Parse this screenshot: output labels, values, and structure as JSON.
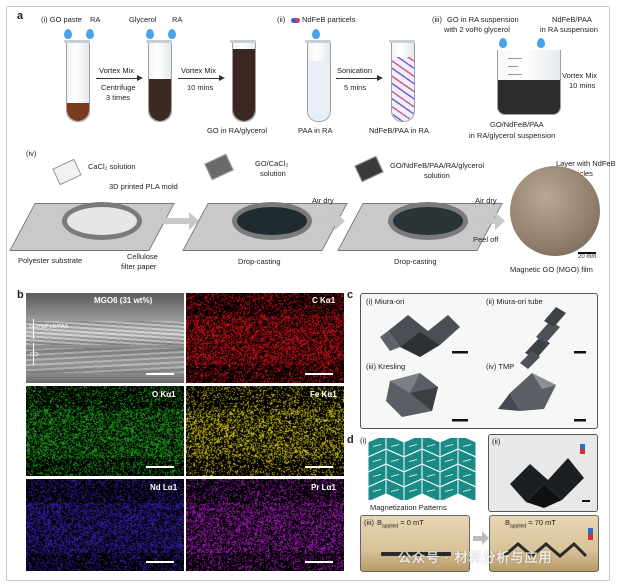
{
  "panel_a": {
    "letter": "a",
    "step_i": "(i) GO paste",
    "ra_1": "RA",
    "glycerol": "Glycerol",
    "ra_2": "RA",
    "vortex_mix_1": "Vortex Mix",
    "centrifuge": "Centrifuge",
    "three_times": "3 times",
    "vortex_mix_2": "Vortex Mix",
    "ten_mins_1": "10 mins",
    "go_in_ra_glycerol": "GO in RA/glycerol",
    "step_ii": "(ii)",
    "ndfeb_particles": "NdFeB particels",
    "paa_in_ra": "PAA in RA",
    "sonication": "Sonication",
    "five_mins": "5 mins",
    "ndfeb_paa_in_ra": "NdFeB/PAA in RA",
    "step_iii": "(iii)",
    "go_in_ra_suspension": "GO in RA suspension",
    "with_glycerol": "with 2 vol% glycerol",
    "ndfeb_paa": "NdFeB/PAA",
    "in_ra_suspension": "in RA suspension",
    "vortex_mix_3": "Vortex Mix",
    "ten_mins_2": "10 mins",
    "go_ndfeb_paa": "GO/NdFeB/PAA",
    "in_ra_glycerol_suspension": "in RA/glycerol suspension",
    "step_iv": "(iv)",
    "cacl2_solution": "CaCl₂ solution",
    "pla_mold": "3D printed PLA mold",
    "go_cacl2": "GO/CaCl₂",
    "solution_1": "solution",
    "go_ndfeb_mix": "GO/NdFeB/PAA/RA/glycerol",
    "solution_2": "solution",
    "layer_with_ndfeb": "Layer with NdFeB",
    "particles": "particles",
    "polyester_substrate": "Polyester substrate",
    "cellulose_1": "Cellulose",
    "cellulose_2": "filter paper",
    "drop_casting_1": "Drop-casting",
    "air_dry_1": "Air dry",
    "drop_casting_2": "Drop-casting",
    "air_dry_2": "Air dry",
    "peel_off": "Peel off",
    "scale_20mm": "20 mm",
    "mgo_film": "Magnetic GO (MGO) film"
  },
  "panel_b": {
    "letter": "b",
    "sem_title": "MGO6 (31 wt%)",
    "layer_top": "GO/NdFeB/PAA",
    "layer_bottom": "GO",
    "c_map": "C Kα1",
    "o_map": "O Kα1",
    "fe_map": "Fe Kα1",
    "nd_map": "Nd Lα1",
    "pr_map": "Pr Lα1",
    "colors": {
      "c": "#e0101a",
      "o": "#22b21e",
      "fe": "#e8d812",
      "nd": "#3a23b8",
      "pr": "#a81fc0"
    }
  },
  "panel_c": {
    "letter": "c",
    "i": "(i) Miura-ori",
    "ii": "(ii) Miura-ori tube",
    "iii": "(iii) Kresling",
    "iv": "(iv) TMP"
  },
  "panel_d": {
    "letter": "d",
    "i": "(i)",
    "ii": "(ii)",
    "patterns": "Magnetization Patterns",
    "iii": "(iii)",
    "b0": "B",
    "b0_sub": "applied",
    "b0_val": " = 0 mT",
    "b70": "B",
    "b70_sub": "applied",
    "b70_val": " = 70 mT",
    "pattern_color": "#1a8a86"
  },
  "watermark": "公众号 · 材料分析与应用"
}
